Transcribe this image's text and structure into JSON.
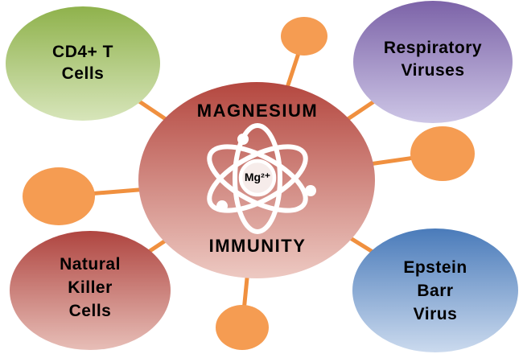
{
  "diagram": {
    "background": "#FFFFFF",
    "center": {
      "title_top": "MAGNESIUM",
      "title_bottom": "IMMUNITY",
      "ion_label": "Mg²⁺",
      "color_top": "#B4473F",
      "color_bottom": "#EDC9C2",
      "atom_color": "#FFFFFF"
    },
    "satellites": {
      "cd4": {
        "lines": [
          "CD4+ T",
          "Cells"
        ],
        "color_top": "#8FB24C",
        "color_bottom": "#D7E5BA"
      },
      "respiratory": {
        "lines": [
          "Respiratory",
          "Viruses"
        ],
        "color_top": "#7C63A8",
        "color_bottom": "#CDC6E6"
      },
      "natural_killer": {
        "lines": [
          "Natural",
          "Killer",
          "Cells"
        ],
        "color_top": "#AF4540",
        "color_bottom": "#E7BEB7"
      },
      "epstein_barr": {
        "lines": [
          "Epstein",
          "Barr",
          "Virus"
        ],
        "color_top": "#4A7BBA",
        "color_bottom": "#CBDAEE"
      }
    },
    "connector_color": "#F0903F",
    "bullet_color": "#F59C52"
  }
}
